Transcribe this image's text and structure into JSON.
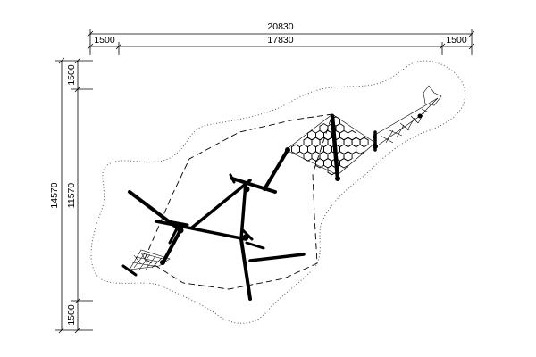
{
  "dimensions": {
    "overall_width": "20830",
    "margin_left": "1500",
    "inner_width": "17830",
    "margin_right": "1500",
    "overall_depth": "14570",
    "margin_top": "1500",
    "inner_depth": "11570",
    "margin_bottom": "1500"
  }
}
